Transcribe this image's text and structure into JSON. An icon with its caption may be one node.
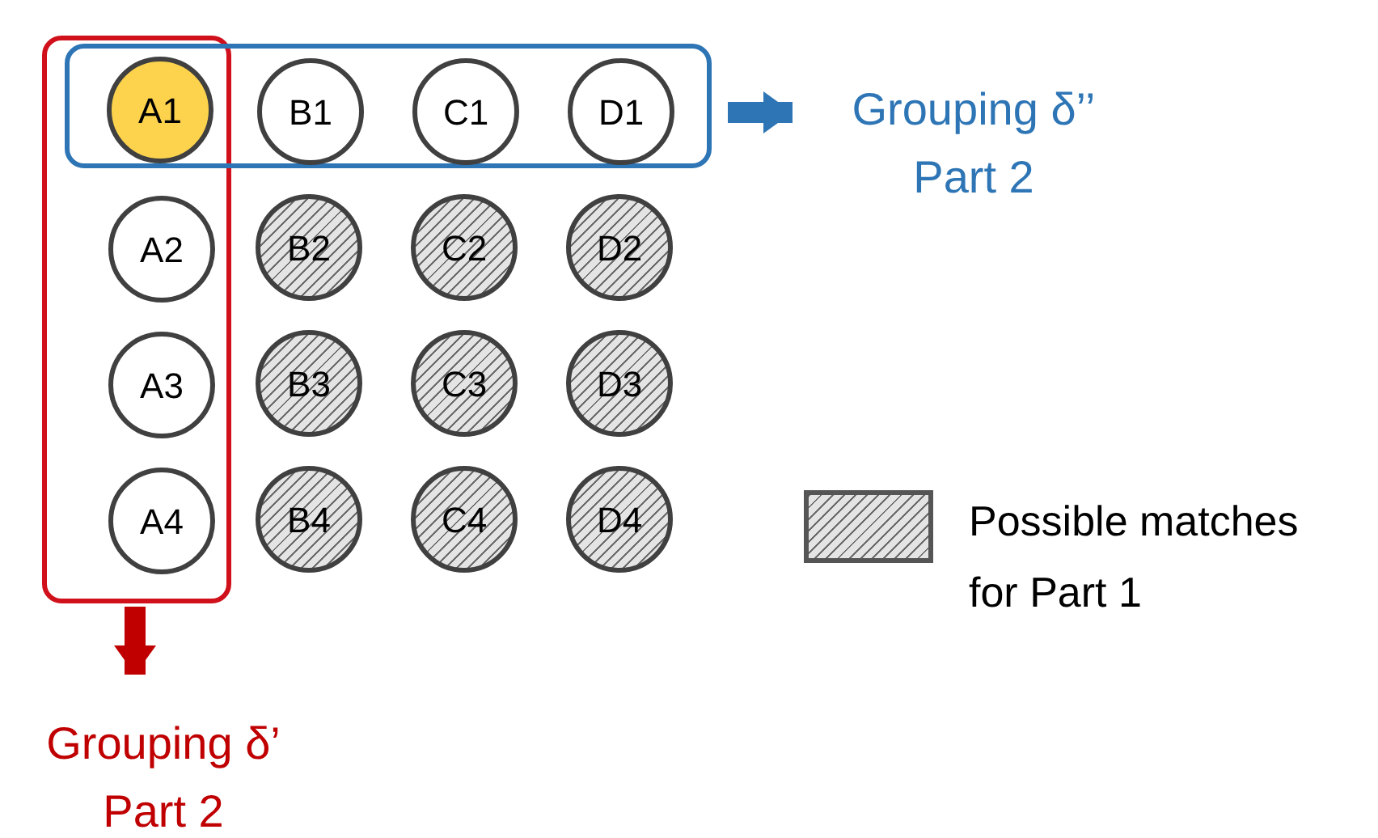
{
  "diagram": {
    "nodes": [
      {
        "text": [],
        "shape": "box"
      },
      {
        "text": [],
        "shape": "box"
      },
      {
        "text": [
          "A1"
        ]
      },
      {
        "text": [
          "B1"
        ],
        "in": 1
      },
      {
        "text": [
          "C1"
        ],
        "in": 1
      },
      {
        "text": [
          "D1"
        ],
        "in": 1
      },
      {
        "text": [
          "A2"
        ],
        "in": 0
      },
      {
        "text": [
          "B2"
        ]
      },
      {
        "text": [
          "C2"
        ]
      },
      {
        "text": [
          "D2"
        ]
      },
      {
        "text": [
          "A3"
        ],
        "in": 0
      },
      {
        "text": [
          "B3"
        ]
      },
      {
        "text": [
          "C3"
        ]
      },
      {
        "text": [
          "D3"
        ]
      },
      {
        "text": [
          "A4"
        ],
        "in": 0
      },
      {
        "text": [
          "B4"
        ]
      },
      {
        "text": [
          "C4"
        ]
      },
      {
        "text": [
          "D4"
        ]
      },
      {
        "text": [
          "Grouping δ’’ Part 2"
        ]
      },
      {
        "text": [
          "Grouping δ’ Part 2"
        ]
      }
    ],
    "edges": [
      {
        "from": 1,
        "to": 18,
        "arrow": "to",
        "color": "#2e75b6"
      },
      {
        "from": 0,
        "to": 19,
        "arrow": "to",
        "color": "#c00000"
      }
    ],
    "legend": [
      {
        "text": "Possible matches for Part 1"
      }
    ]
  }
}
